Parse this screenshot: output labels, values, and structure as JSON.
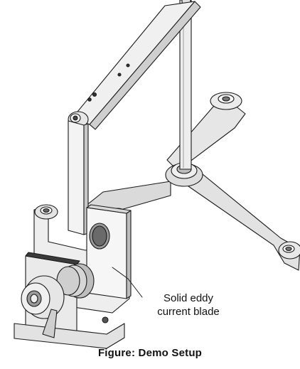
{
  "figure": {
    "callout_line1": "Solid eddy",
    "callout_line2": "current blade",
    "caption": "Figure: Demo Setup"
  },
  "colors": {
    "line": "#1a1a1a",
    "metal_light": "#f2f2f2",
    "metal_mid": "#d6d6d6",
    "metal_dark": "#9a9a9a",
    "shadow": "#3a3a3a"
  }
}
